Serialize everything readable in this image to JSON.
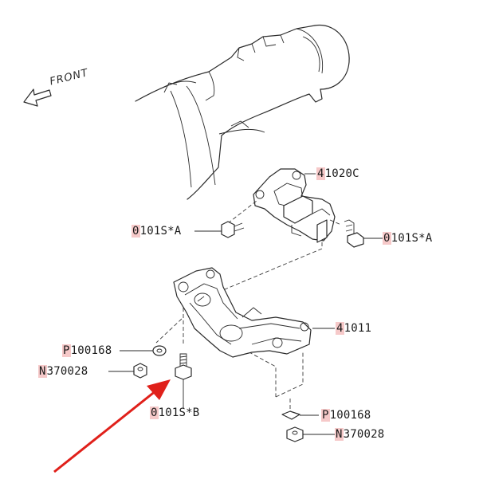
{
  "diagram": {
    "front_label": "FRONT",
    "colors": {
      "line": "#2a2a2a",
      "highlight": "#f6c9c9",
      "arrow": "#e0201a"
    },
    "callouts": [
      {
        "id": "c1",
        "prefix": "4",
        "text": "1020C"
      },
      {
        "id": "c2",
        "prefix": "0",
        "text": "101S*A"
      },
      {
        "id": "c3",
        "prefix": "0",
        "text": "101S*A"
      },
      {
        "id": "c4",
        "prefix": "4",
        "text": "1011"
      },
      {
        "id": "c5",
        "prefix": "P",
        "text": "100168"
      },
      {
        "id": "c6",
        "prefix": "N",
        "text": "370028"
      },
      {
        "id": "c7",
        "prefix": "0",
        "text": "101S*B"
      },
      {
        "id": "c8",
        "prefix": "P",
        "text": "100168"
      },
      {
        "id": "c9",
        "prefix": "N",
        "text": "370028"
      }
    ]
  }
}
